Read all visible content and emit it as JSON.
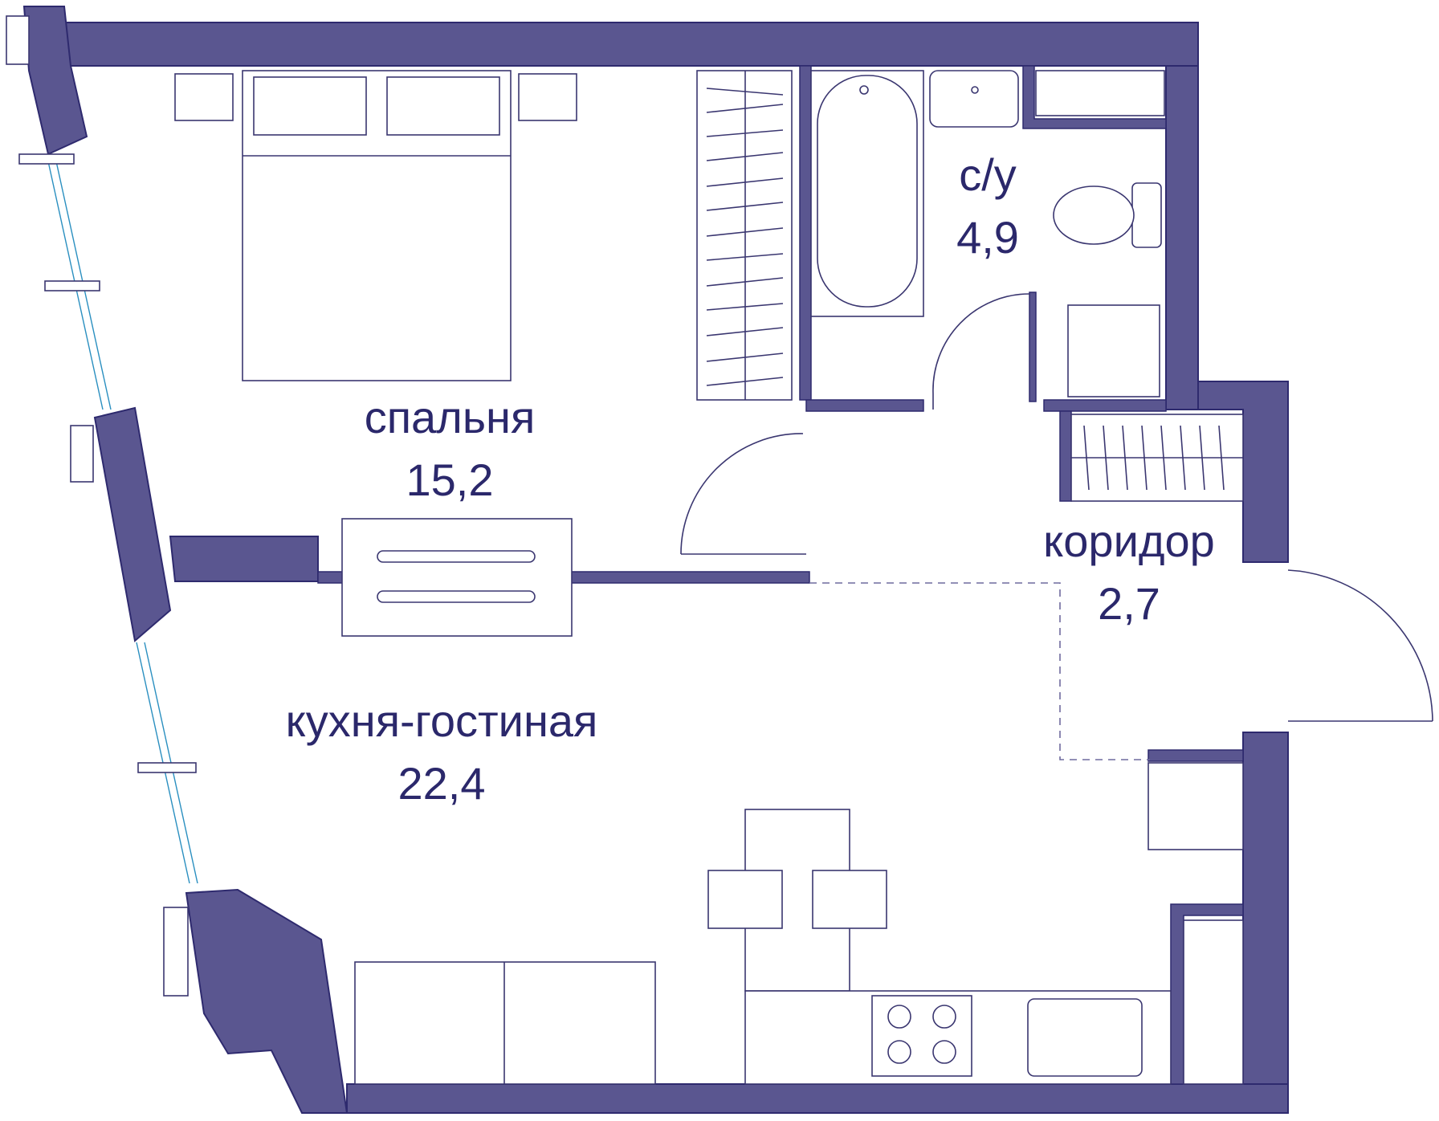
{
  "colors": {
    "wall": "#5a5690",
    "wall_outline": "#2e2a6e",
    "furniture_line": "#3a3670",
    "label_text": "#2b286b",
    "window_glass": "#2a8fc0"
  },
  "rooms": [
    {
      "name": "спальня",
      "area": "15,2"
    },
    {
      "name": "с/у",
      "area": "4,9"
    },
    {
      "name": "коридор",
      "area": "2,7"
    },
    {
      "name": "кухня-гостиная",
      "area": "22,4"
    }
  ]
}
